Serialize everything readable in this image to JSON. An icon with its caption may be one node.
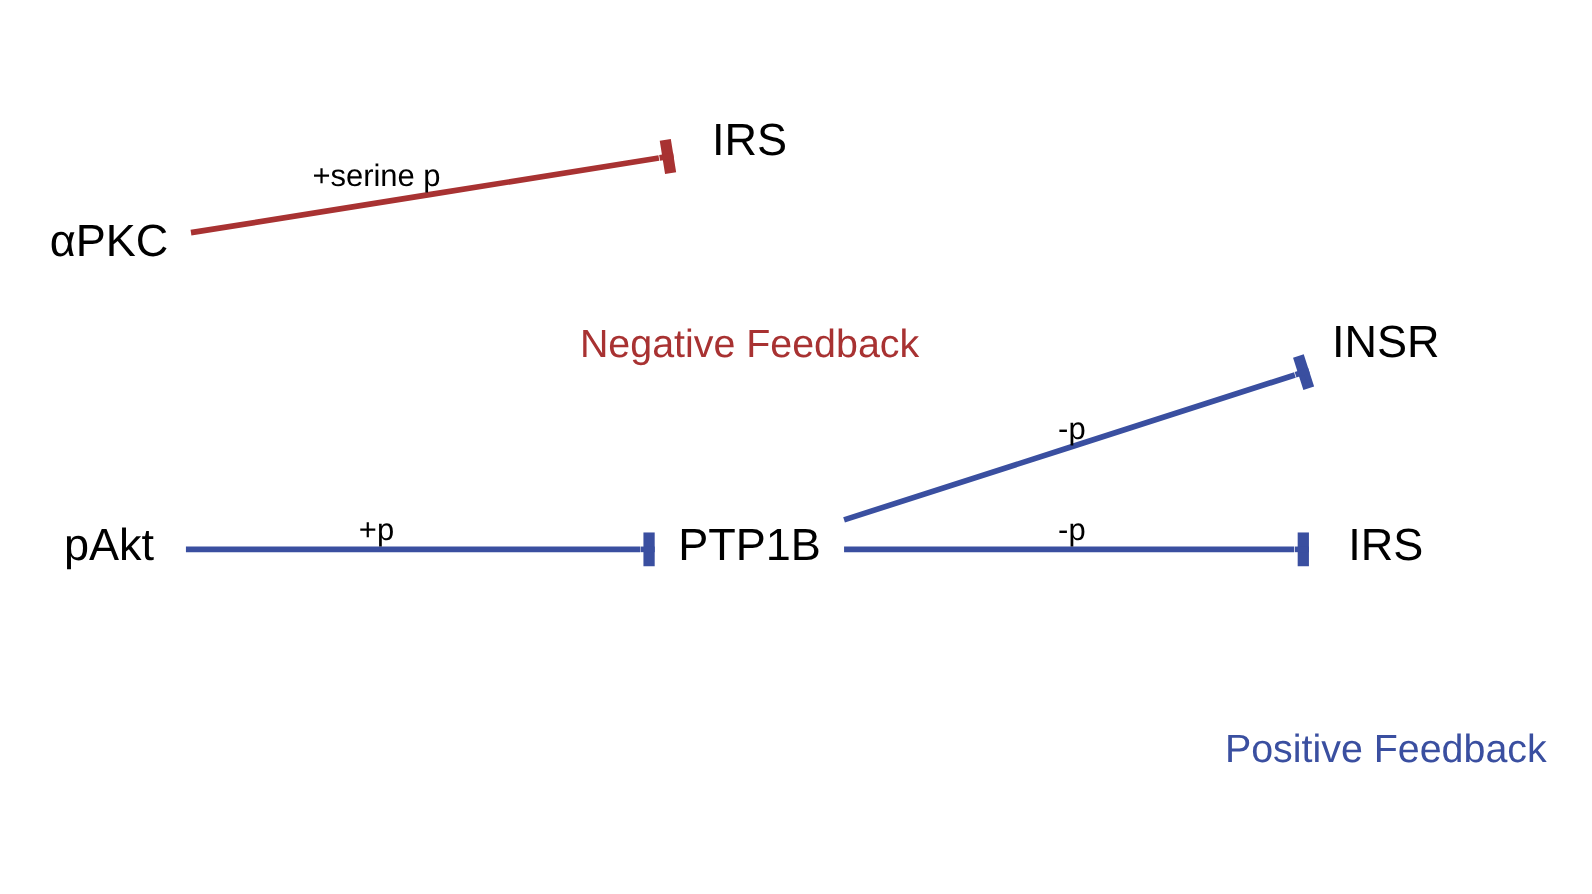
{
  "diagram": {
    "nodes": [
      {
        "text": [
          "pAkt"
        ]
      },
      {
        "text": [
          "PTP1B"
        ]
      },
      {
        "text": [
          "INSR"
        ]
      },
      {
        "text": [
          "IRS"
        ]
      },
      {
        "text": [
          "αPKC"
        ]
      },
      {
        "text": [
          "IRS"
        ]
      }
    ],
    "edges": [
      {
        "from": 0,
        "to": 1,
        "arrow": "other",
        "label": "+p"
      },
      {
        "from": 1,
        "to": 2,
        "arrow": "other",
        "label": "-p"
      },
      {
        "from": 1,
        "to": 3,
        "arrow": "other",
        "label": "-p"
      },
      {
        "from": 4,
        "to": 5,
        "arrow": "other",
        "label": "+serine p",
        "color": "#a83232"
      }
    ],
    "labels": [
      "Positive Feedback",
      "Negative Feedback"
    ]
  }
}
